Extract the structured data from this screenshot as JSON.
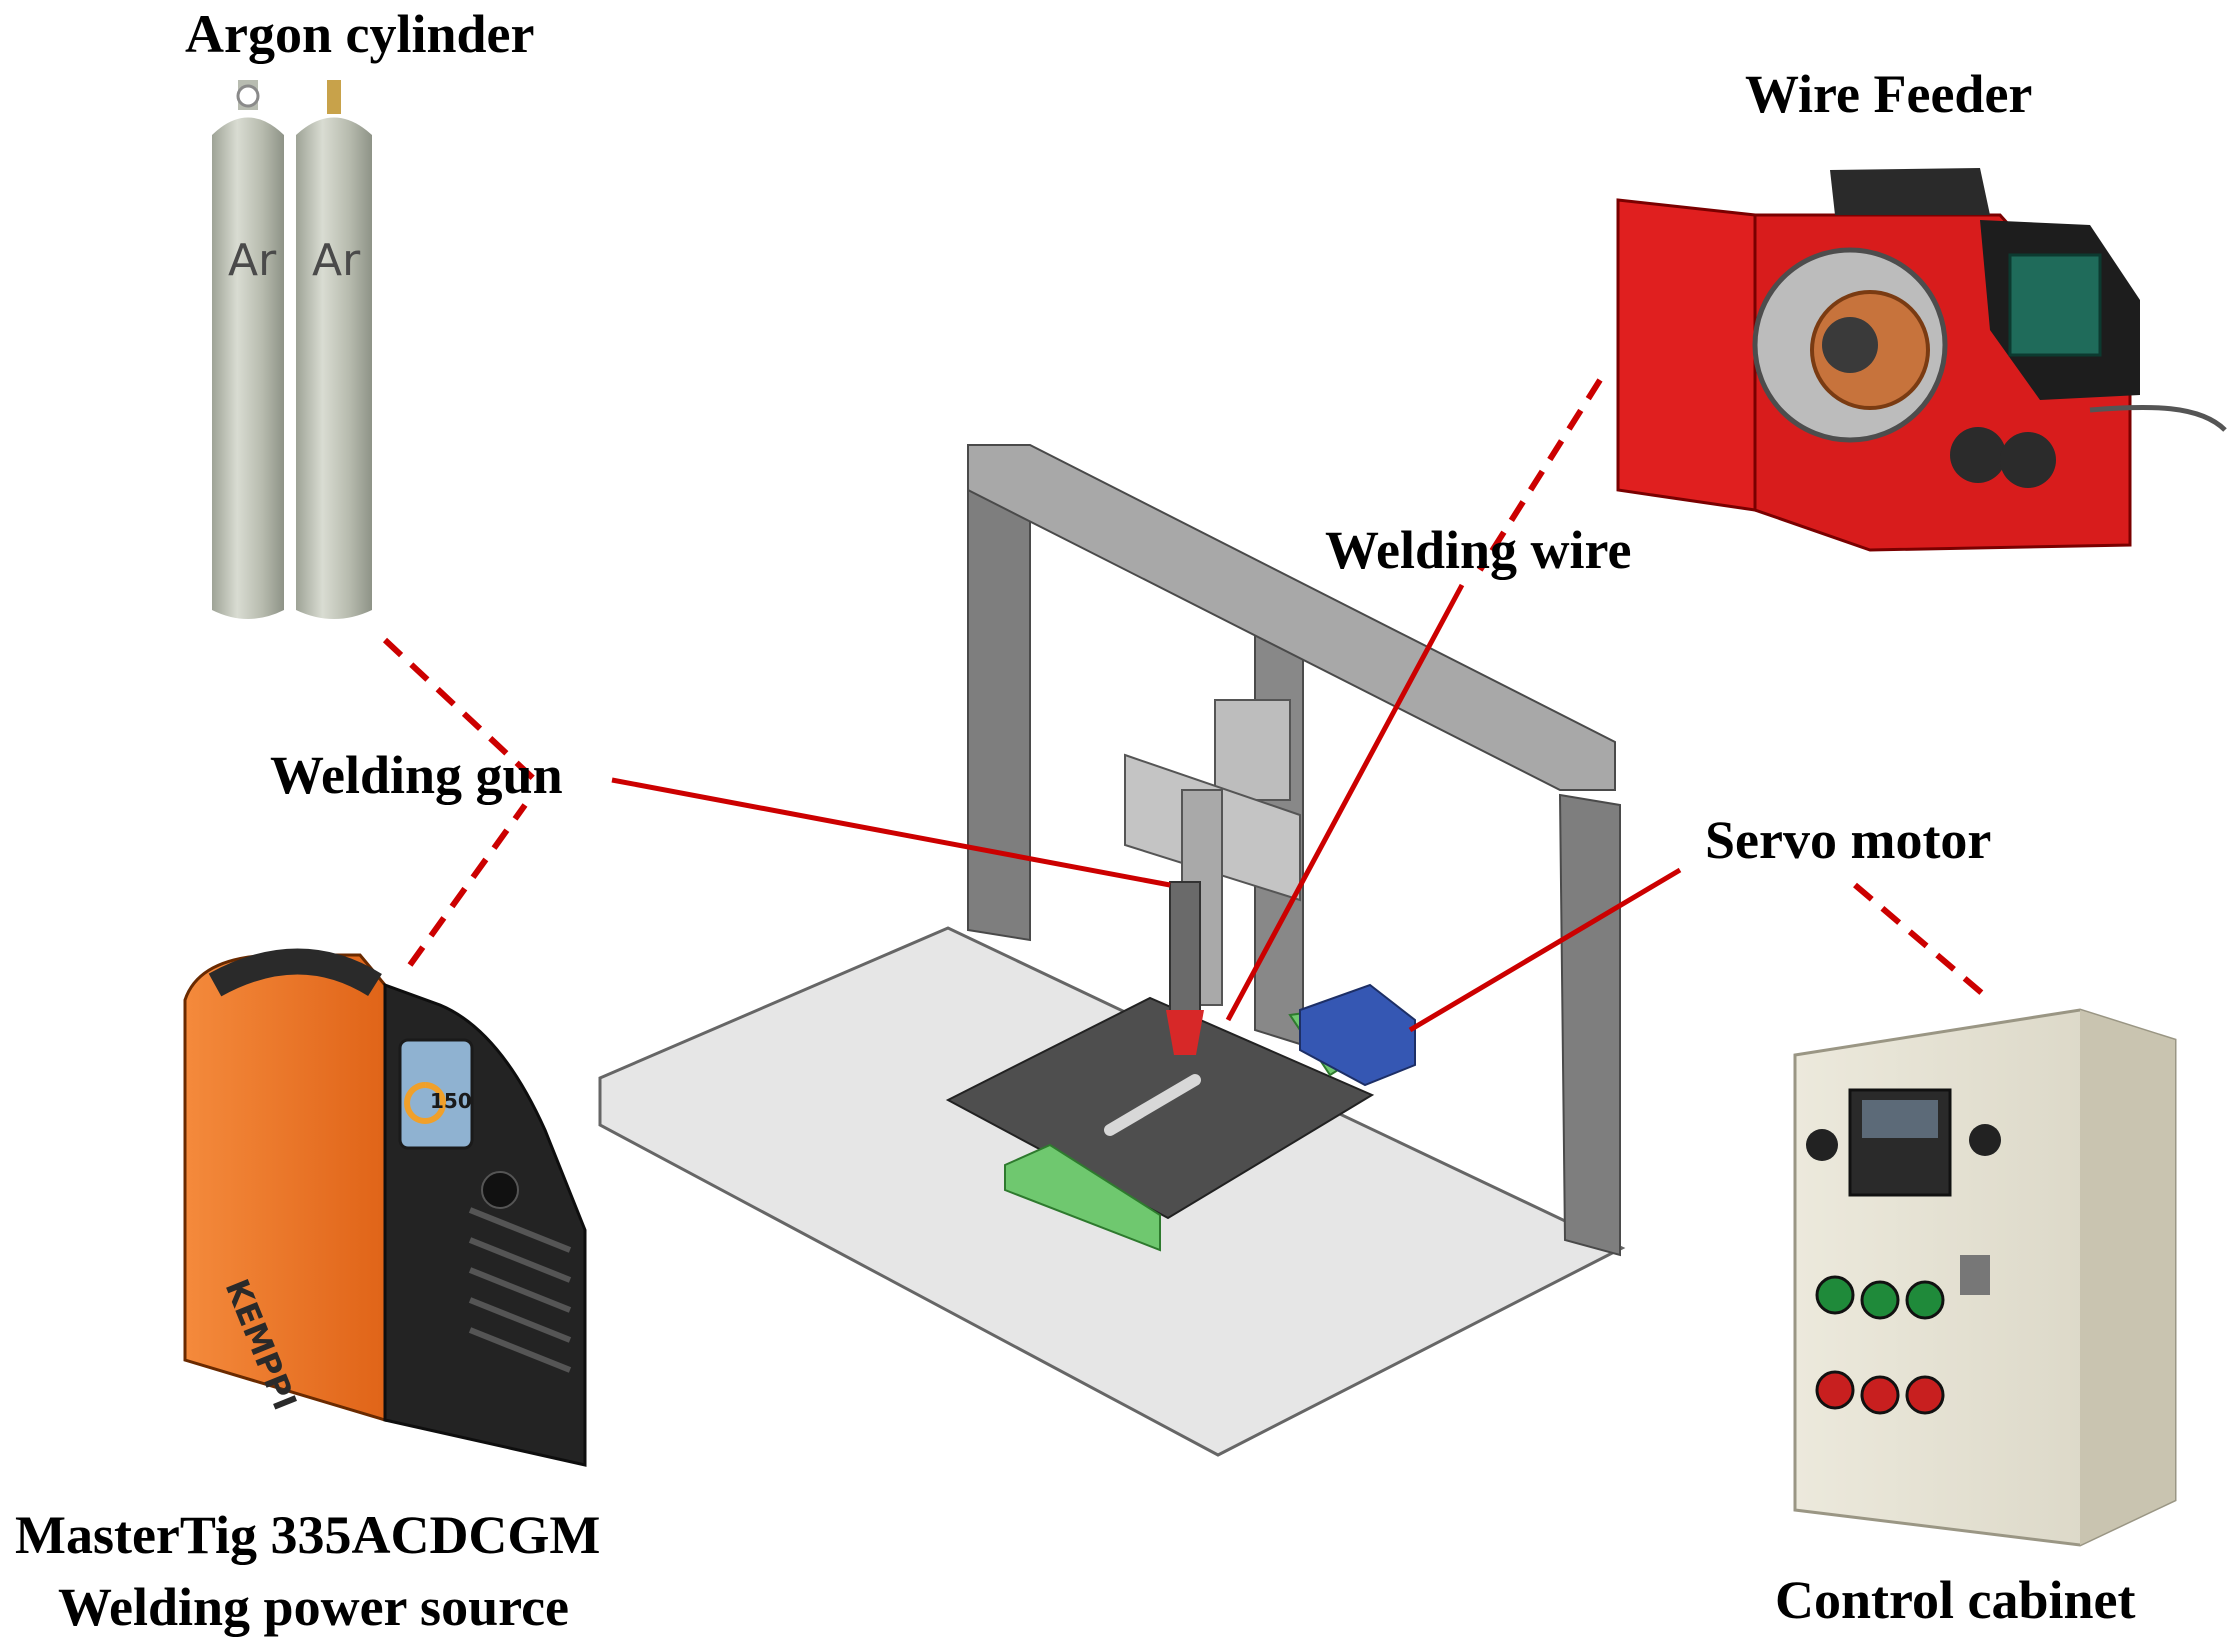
{
  "labels": {
    "argon_cylinder": "Argon cylinder",
    "wire_feeder": "Wire Feeder",
    "welding_wire": "Welding wire",
    "welding_gun": "Welding gun",
    "servo_motor": "Servo motor",
    "power_source_model": "MasterTig 335ACDCGM",
    "power_source_desc": "Welding power source",
    "control_cabinet": "Control cabinet"
  },
  "cylinder_marks": {
    "left": "Ar",
    "right": "Ar"
  },
  "power_source_display": "150",
  "power_source_brand": "KEMPPI",
  "colors": {
    "leader_line": "#cc0000",
    "dashed_line": "#cc0000",
    "frame_gray": "#8c8c8c",
    "feeder_red": "#e41e1e",
    "power_orange": "#f07a2a",
    "cabinet_beige": "#e6e2d3",
    "servo_blue": "#3557b3",
    "slide_green": "#6fc86f"
  }
}
